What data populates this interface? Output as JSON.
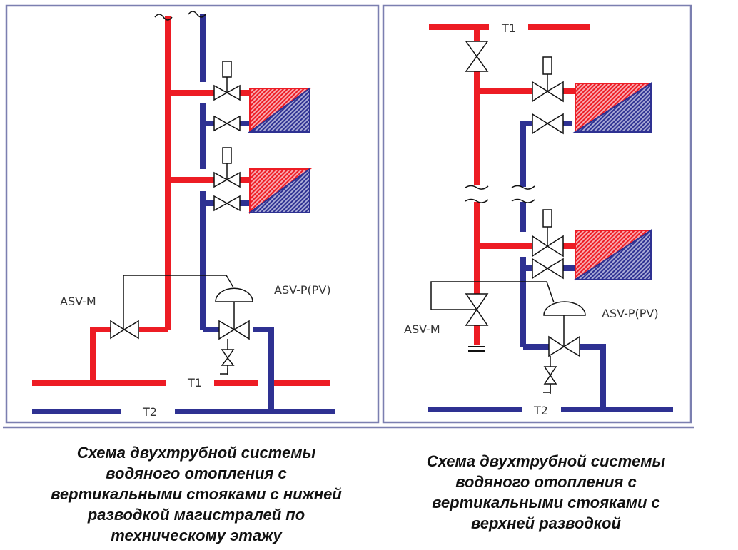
{
  "colors": {
    "supply": "#ed1c24",
    "return": "#2e3192",
    "frame": "#7b7fb0",
    "symbol": "#111111"
  },
  "left_diagram": {
    "labels": {
      "supply_main": "T1",
      "return_main": "T2",
      "balancing_valve": "ASV-M",
      "pressure_regulator": "ASV-P(PV)"
    },
    "radiators": 2,
    "caption": "Схема двухтрубной системы\nводяного отопления с\nвертикальными стояками с нижней\nразводкой магистралей по\nтехническому этажу"
  },
  "right_diagram": {
    "labels": {
      "supply_main": "T1",
      "return_main": "T2",
      "balancing_valve": "ASV-M",
      "pressure_regulator": "ASV-P(PV)"
    },
    "radiators": 2,
    "caption": "Схема двухтрубной системы\nводяного отопления с\nвертикальными стояками с\nверхней разводкой"
  }
}
